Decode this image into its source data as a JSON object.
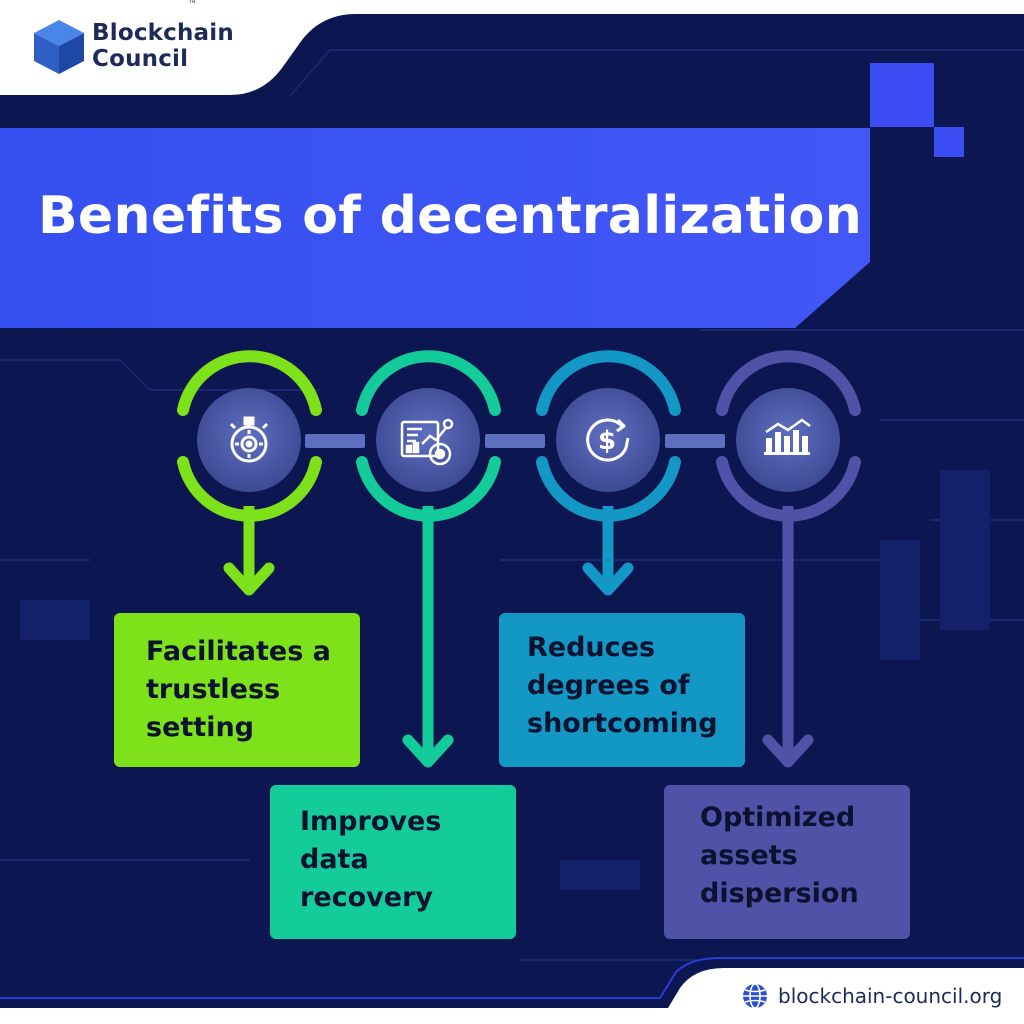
{
  "brand": {
    "line1": "Blockchain",
    "line2": "Council",
    "tm": "™"
  },
  "title": "Benefits of decentralization",
  "steps": [
    {
      "lines": [
        "Facilitates a",
        "trustless",
        "setting"
      ],
      "color": "#7ee21a",
      "icon": "stopwatch-gear-icon"
    },
    {
      "lines": [
        "Improves",
        "data",
        "recovery"
      ],
      "color": "#13cc99",
      "icon": "analytics-dashboard-icon"
    },
    {
      "lines": [
        "Reduces",
        "degrees of",
        "shortcoming"
      ],
      "color": "#1397c4",
      "icon": "dollar-cycle-icon"
    },
    {
      "lines": [
        "Optimized",
        "assets",
        "dispersion"
      ],
      "color": "#5052a8",
      "icon": "bar-chart-trend-icon"
    }
  ],
  "website": "blockchain-council.org",
  "colors": {
    "background": "#0c1650",
    "title_band": "#3a4cf2",
    "accent_square": "#3a4cf2"
  }
}
